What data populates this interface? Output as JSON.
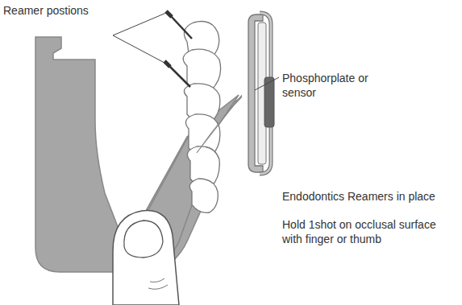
{
  "diagram": {
    "labels": [
      "Reamer postions",
      "Phosphorplate or sensor",
      "Endodontics Reamers in place",
      "Hold 1shot on occlusal surface with finger or thumb"
    ]
  }
}
